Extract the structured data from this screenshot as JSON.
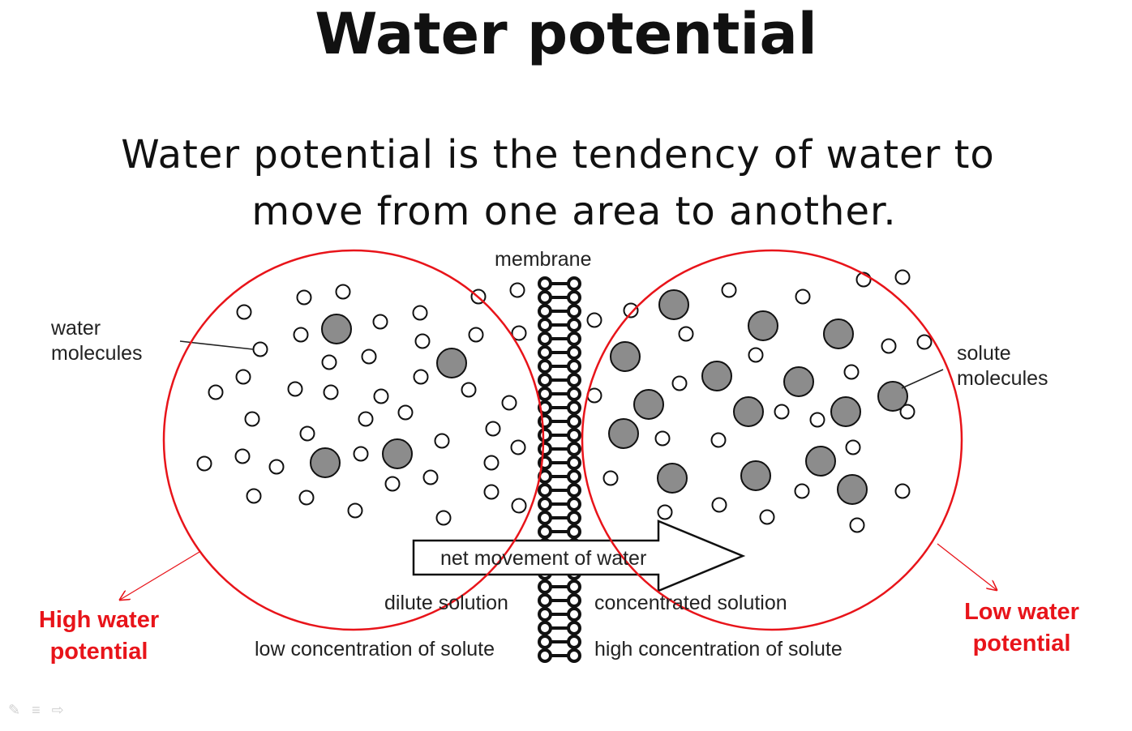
{
  "slide": {
    "title": "Water potential",
    "subtitle_line1": "Water potential is the tendency of water to",
    "subtitle_line2": "move from one area to another."
  },
  "diagram": {
    "membrane_label": "membrane",
    "water_label_line1": "water",
    "water_label_line2": "molecules",
    "solute_label_line1": "solute",
    "solute_label_line2": "molecules",
    "arrow_label": "net movement of water",
    "left_solution": "dilute solution",
    "right_solution": "concentrated solution",
    "left_concentration": "low concentration of solute",
    "right_concentration": "high concentration of solute",
    "left_potential_line1": "High water",
    "left_potential_line2": "potential",
    "right_potential_line1": "Low water",
    "right_potential_line2": "potential"
  },
  "colors": {
    "highlight_circle": "#e8141a",
    "solute_fill": "#8c8c8c",
    "text": "#222222"
  },
  "icons": {
    "pen": "pen-icon",
    "menu": "menu-icon",
    "next": "arrow-right-icon"
  }
}
